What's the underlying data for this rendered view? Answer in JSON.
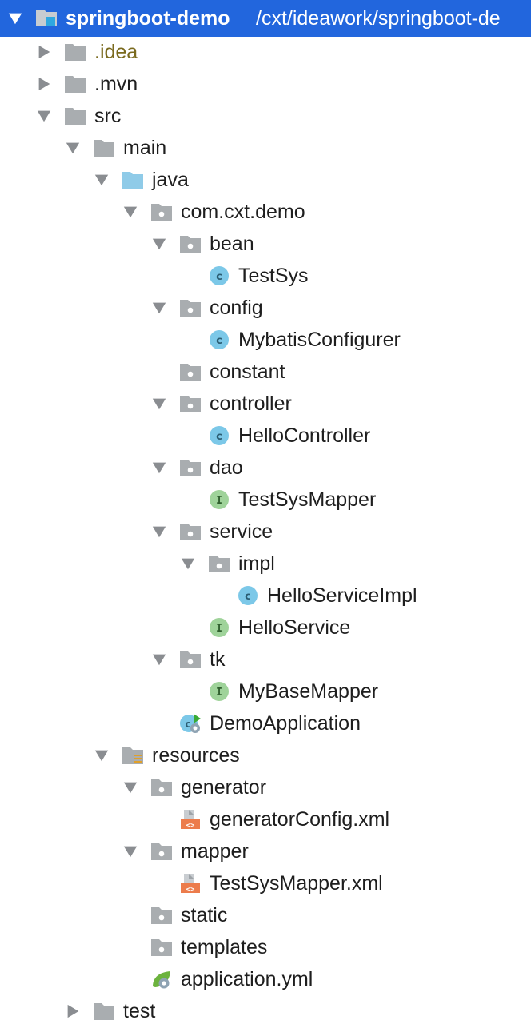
{
  "colors": {
    "selection": "#2266dd",
    "folder": "#a9adb0",
    "source_folder": "#8fcbe8",
    "class": "#7cc8e8",
    "interface": "#9fd39a",
    "xml": "#ec7c4c",
    "excluded_text": "#7a6a1e"
  },
  "project": {
    "name": "springboot-demo",
    "path": "/cxt/ideawork/springboot-de"
  },
  "tree": [
    {
      "label": "springboot-demo",
      "depth": 0,
      "arrow": "down",
      "icon": "module-folder",
      "selected": true
    },
    {
      "label": ".idea",
      "depth": 1,
      "arrow": "right",
      "icon": "folder",
      "style": "excluded"
    },
    {
      "label": ".mvn",
      "depth": 1,
      "arrow": "right",
      "icon": "folder"
    },
    {
      "label": "src",
      "depth": 1,
      "arrow": "down",
      "icon": "folder"
    },
    {
      "label": "main",
      "depth": 2,
      "arrow": "down",
      "icon": "folder"
    },
    {
      "label": "java",
      "depth": 3,
      "arrow": "down",
      "icon": "source-folder"
    },
    {
      "label": "com.cxt.demo",
      "depth": 4,
      "arrow": "down",
      "icon": "package"
    },
    {
      "label": "bean",
      "depth": 5,
      "arrow": "down",
      "icon": "package"
    },
    {
      "label": "TestSys",
      "depth": 6,
      "arrow": "none",
      "icon": "class"
    },
    {
      "label": "config",
      "depth": 5,
      "arrow": "down",
      "icon": "package"
    },
    {
      "label": "MybatisConfigurer",
      "depth": 6,
      "arrow": "none",
      "icon": "class"
    },
    {
      "label": "constant",
      "depth": 5,
      "arrow": "none",
      "icon": "package"
    },
    {
      "label": "controller",
      "depth": 5,
      "arrow": "down",
      "icon": "package"
    },
    {
      "label": "HelloController",
      "depth": 6,
      "arrow": "none",
      "icon": "class"
    },
    {
      "label": "dao",
      "depth": 5,
      "arrow": "down",
      "icon": "package"
    },
    {
      "label": "TestSysMapper",
      "depth": 6,
      "arrow": "none",
      "icon": "interface"
    },
    {
      "label": "service",
      "depth": 5,
      "arrow": "down",
      "icon": "package"
    },
    {
      "label": "impl",
      "depth": 6,
      "arrow": "down",
      "icon": "package"
    },
    {
      "label": "HelloServiceImpl",
      "depth": 7,
      "arrow": "none",
      "icon": "class"
    },
    {
      "label": "HelloService",
      "depth": 6,
      "arrow": "none",
      "icon": "interface"
    },
    {
      "label": "tk",
      "depth": 5,
      "arrow": "down",
      "icon": "package"
    },
    {
      "label": "MyBaseMapper",
      "depth": 6,
      "arrow": "none",
      "icon": "interface"
    },
    {
      "label": "DemoApplication",
      "depth": 5,
      "arrow": "none",
      "icon": "spring-boot-class"
    },
    {
      "label": "resources",
      "depth": 3,
      "arrow": "down",
      "icon": "resources-folder"
    },
    {
      "label": "generator",
      "depth": 4,
      "arrow": "down",
      "icon": "package"
    },
    {
      "label": "generatorConfig.xml",
      "depth": 5,
      "arrow": "none",
      "icon": "xml-file"
    },
    {
      "label": "mapper",
      "depth": 4,
      "arrow": "down",
      "icon": "package"
    },
    {
      "label": "TestSysMapper.xml",
      "depth": 5,
      "arrow": "none",
      "icon": "xml-file"
    },
    {
      "label": "static",
      "depth": 4,
      "arrow": "none",
      "icon": "package"
    },
    {
      "label": "templates",
      "depth": 4,
      "arrow": "none",
      "icon": "package"
    },
    {
      "label": "application.yml",
      "depth": 4,
      "arrow": "none",
      "icon": "spring-config"
    },
    {
      "label": "test",
      "depth": 2,
      "arrow": "right",
      "icon": "folder"
    }
  ]
}
